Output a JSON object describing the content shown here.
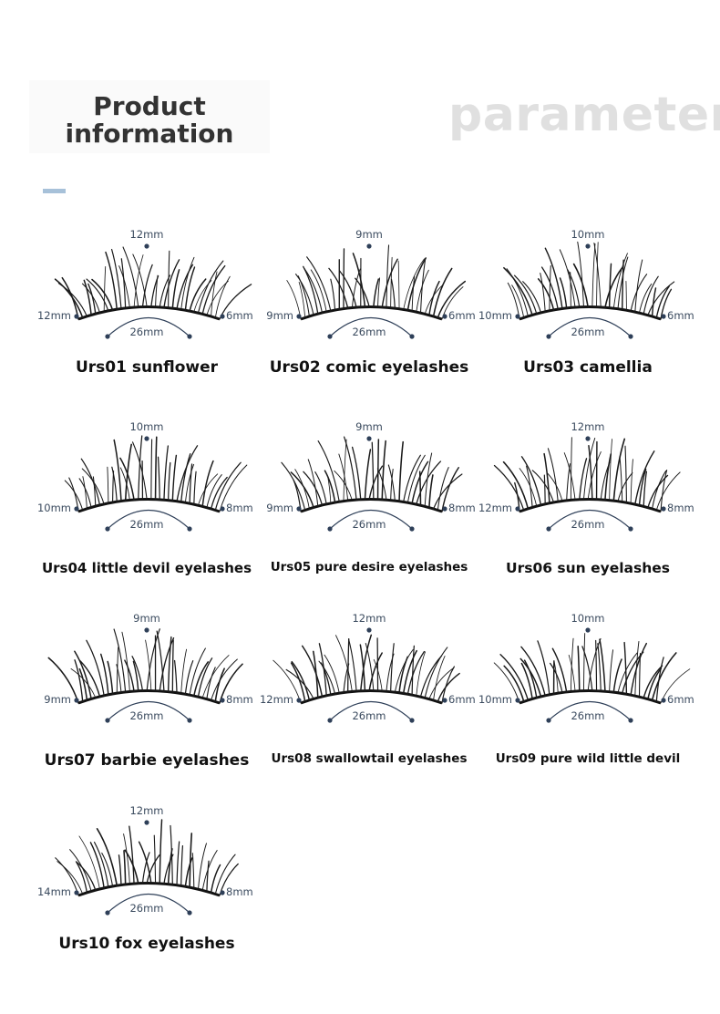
{
  "header": {
    "title_line1": "Product",
    "title_line2": "information",
    "watermark": "parameter",
    "accent_color": "#a7c1d9"
  },
  "colors": {
    "dot": "#2e3f58",
    "arc": "#2e3f58",
    "label": "#3a4a5e",
    "name": "#111111"
  },
  "products": [
    {
      "code": "Urs01",
      "name": "Urs01 sunflower",
      "top": "12mm",
      "left": "12mm",
      "right": "6mm",
      "width": "26mm"
    },
    {
      "code": "Urs02",
      "name": "Urs02 comic eyelashes",
      "top": "9mm",
      "left": "9mm",
      "right": "6mm",
      "width": "26mm"
    },
    {
      "code": "Urs03",
      "name": "Urs03 camellia",
      "top": "10mm",
      "left": "10mm",
      "right": "6mm",
      "width": "26mm"
    },
    {
      "code": "Urs04",
      "name": "Urs04 little devil eyelashes",
      "top": "10mm",
      "left": "10mm",
      "right": "8mm",
      "width": "26mm"
    },
    {
      "code": "Urs05",
      "name": "Urs05 pure desire eyelashes",
      "top": "9mm",
      "left": "9mm",
      "right": "8mm",
      "width": "26mm"
    },
    {
      "code": "Urs06",
      "name": "Urs06 sun eyelashes",
      "top": "12mm",
      "left": "12mm",
      "right": "8mm",
      "width": "26mm"
    },
    {
      "code": "Urs07",
      "name": "Urs07 barbie eyelashes",
      "top": "9mm",
      "left": "9mm",
      "right": "8mm",
      "width": "26mm"
    },
    {
      "code": "Urs08",
      "name": "Urs08 swallowtail eyelashes",
      "top": "12mm",
      "left": "12mm",
      "right": "6mm",
      "width": "26mm"
    },
    {
      "code": "Urs09",
      "name": "Urs09 pure wild little devil",
      "top": "10mm",
      "left": "10mm",
      "right": "6mm",
      "width": "26mm"
    },
    {
      "code": "Urs10",
      "name": "Urs10 fox eyelashes",
      "top": "12mm",
      "left": "14mm",
      "right": "8mm",
      "width": "26mm"
    }
  ]
}
